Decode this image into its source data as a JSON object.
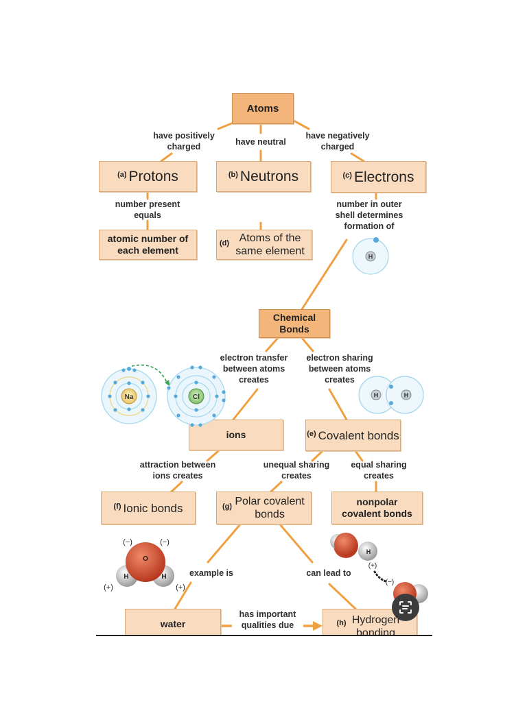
{
  "nodes": {
    "atoms": "Atoms",
    "protons": {
      "tag": "(a)",
      "text": "Protons"
    },
    "neutrons": {
      "tag": "(b)",
      "text": "Neutrons"
    },
    "electrons": {
      "tag": "(c)",
      "text": "Electrons"
    },
    "atomic_number": "atomic number of each element",
    "same_element": {
      "tag": "(d)",
      "text": "Atoms of the same element"
    },
    "chemical_bonds": "Chemical Bonds",
    "ions": "ions",
    "covalent_bonds": {
      "tag": "(e)",
      "text": "Covalent bonds"
    },
    "ionic_bonds": {
      "tag": "(f)",
      "text": "Ionic bonds"
    },
    "polar_covalent": {
      "tag": "(g)",
      "text": "Polar covalent bonds"
    },
    "nonpolar_covalent": "nonpolar covalent bonds",
    "water": "water",
    "hydrogen_bonding": {
      "tag": "(h)",
      "text": "Hydrogen bonding"
    }
  },
  "links": {
    "pos_charged": "have positively charged",
    "neutral": "have neutral",
    "neg_charged": "have negatively charged",
    "number_equals": "number present equals",
    "outer_shell": "number in outer shell determines formation of",
    "transfer": "electron transfer between atoms creates",
    "sharing": "electron sharing between atoms creates",
    "attraction": "attraction between ions creates",
    "unequal": "unequal sharing creates",
    "equal": "equal sharing creates",
    "example": "example is",
    "lead_to": "can lead to",
    "qualities": "has important qualities due"
  },
  "atom_labels": {
    "h": "H",
    "na": "Na",
    "cl": "Cl",
    "o": "O",
    "minus": "(−)",
    "plus": "(+)"
  },
  "colors": {
    "box": "#f9dcc0",
    "box_dark": "#f3b57a",
    "line": "#f0a040",
    "shell": "#bfe3f3",
    "electron": "#57a9d9"
  }
}
